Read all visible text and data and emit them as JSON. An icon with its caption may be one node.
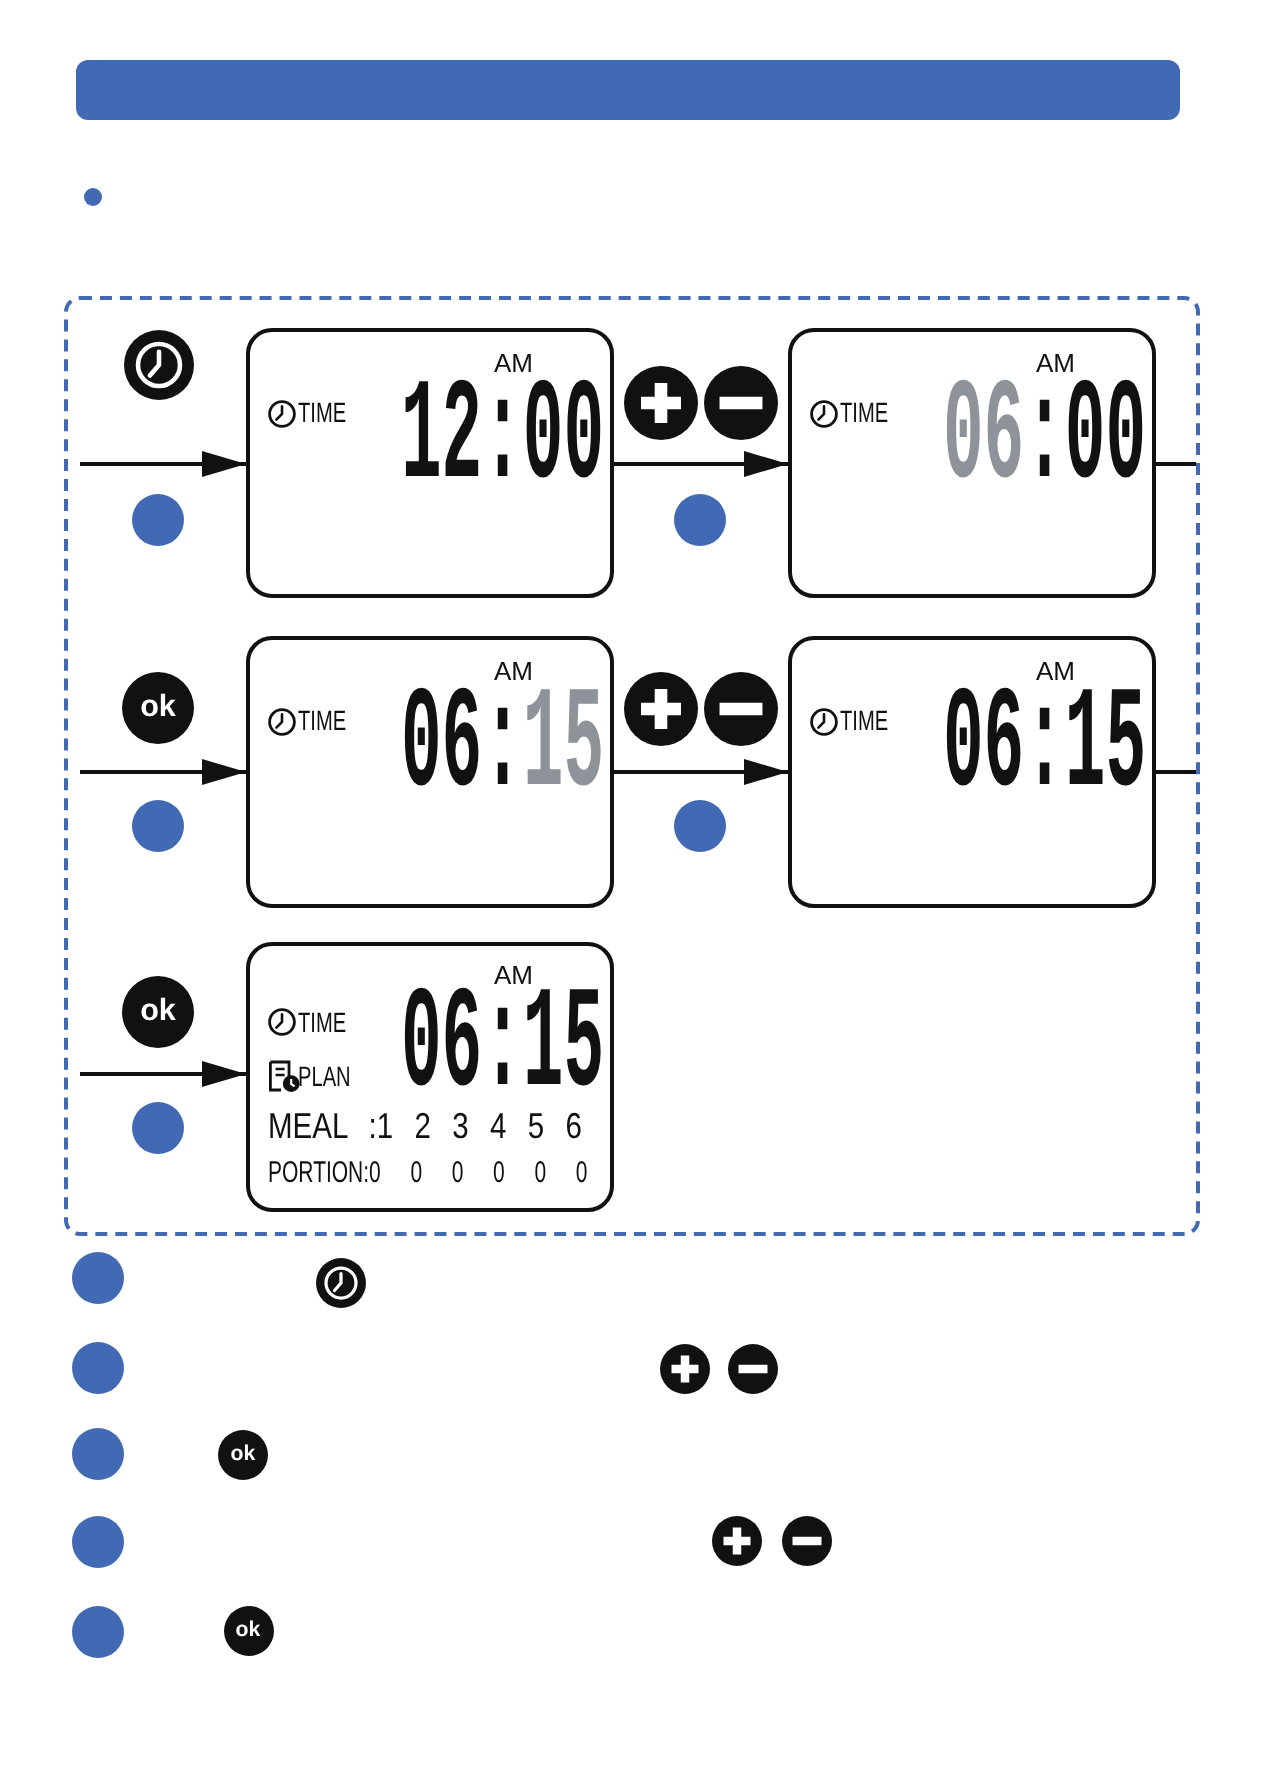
{
  "diagram": {
    "nodes": [
      {
        "text": [],
        "shape": "box"
      },
      {
        "text": [
          "AM",
          "TIME",
          "12:00"
        ],
        "in": 0
      },
      {
        "text": [
          "AM",
          "TIME",
          "06:00"
        ],
        "in": 0
      },
      {
        "text": [
          "ok"
        ],
        "in": 0
      },
      {
        "text": [
          "AM",
          "TIME",
          "06:15"
        ],
        "in": 0
      },
      {
        "text": [
          "AM",
          "TIME",
          "06:15"
        ],
        "in": 0
      },
      {
        "text": [
          "ok"
        ],
        "in": 0
      },
      {
        "text": [
          "AM",
          "TIME",
          "PLAN",
          "06:15",
          "MEAL :1 2 3 4 5 6",
          "PORTION:0 0 0 0 0 0"
        ],
        "in": 0
      },
      {
        "text": [
          "ok"
        ]
      },
      {
        "text": [
          "ok"
        ]
      }
    ],
    "edges": [
      {
        "from": null,
        "to": 1,
        "arrow": "to"
      },
      {
        "from": 1,
        "to": 2,
        "arrow": "to"
      },
      {
        "from": 2,
        "to": null,
        "arrow": "none"
      },
      {
        "from": null,
        "to": 4,
        "arrow": "to"
      },
      {
        "from": 4,
        "to": 5,
        "arrow": "to"
      },
      {
        "from": 5,
        "to": null,
        "arrow": "none"
      },
      {
        "from": null,
        "to": 7,
        "arrow": "to"
      }
    ]
  }
}
